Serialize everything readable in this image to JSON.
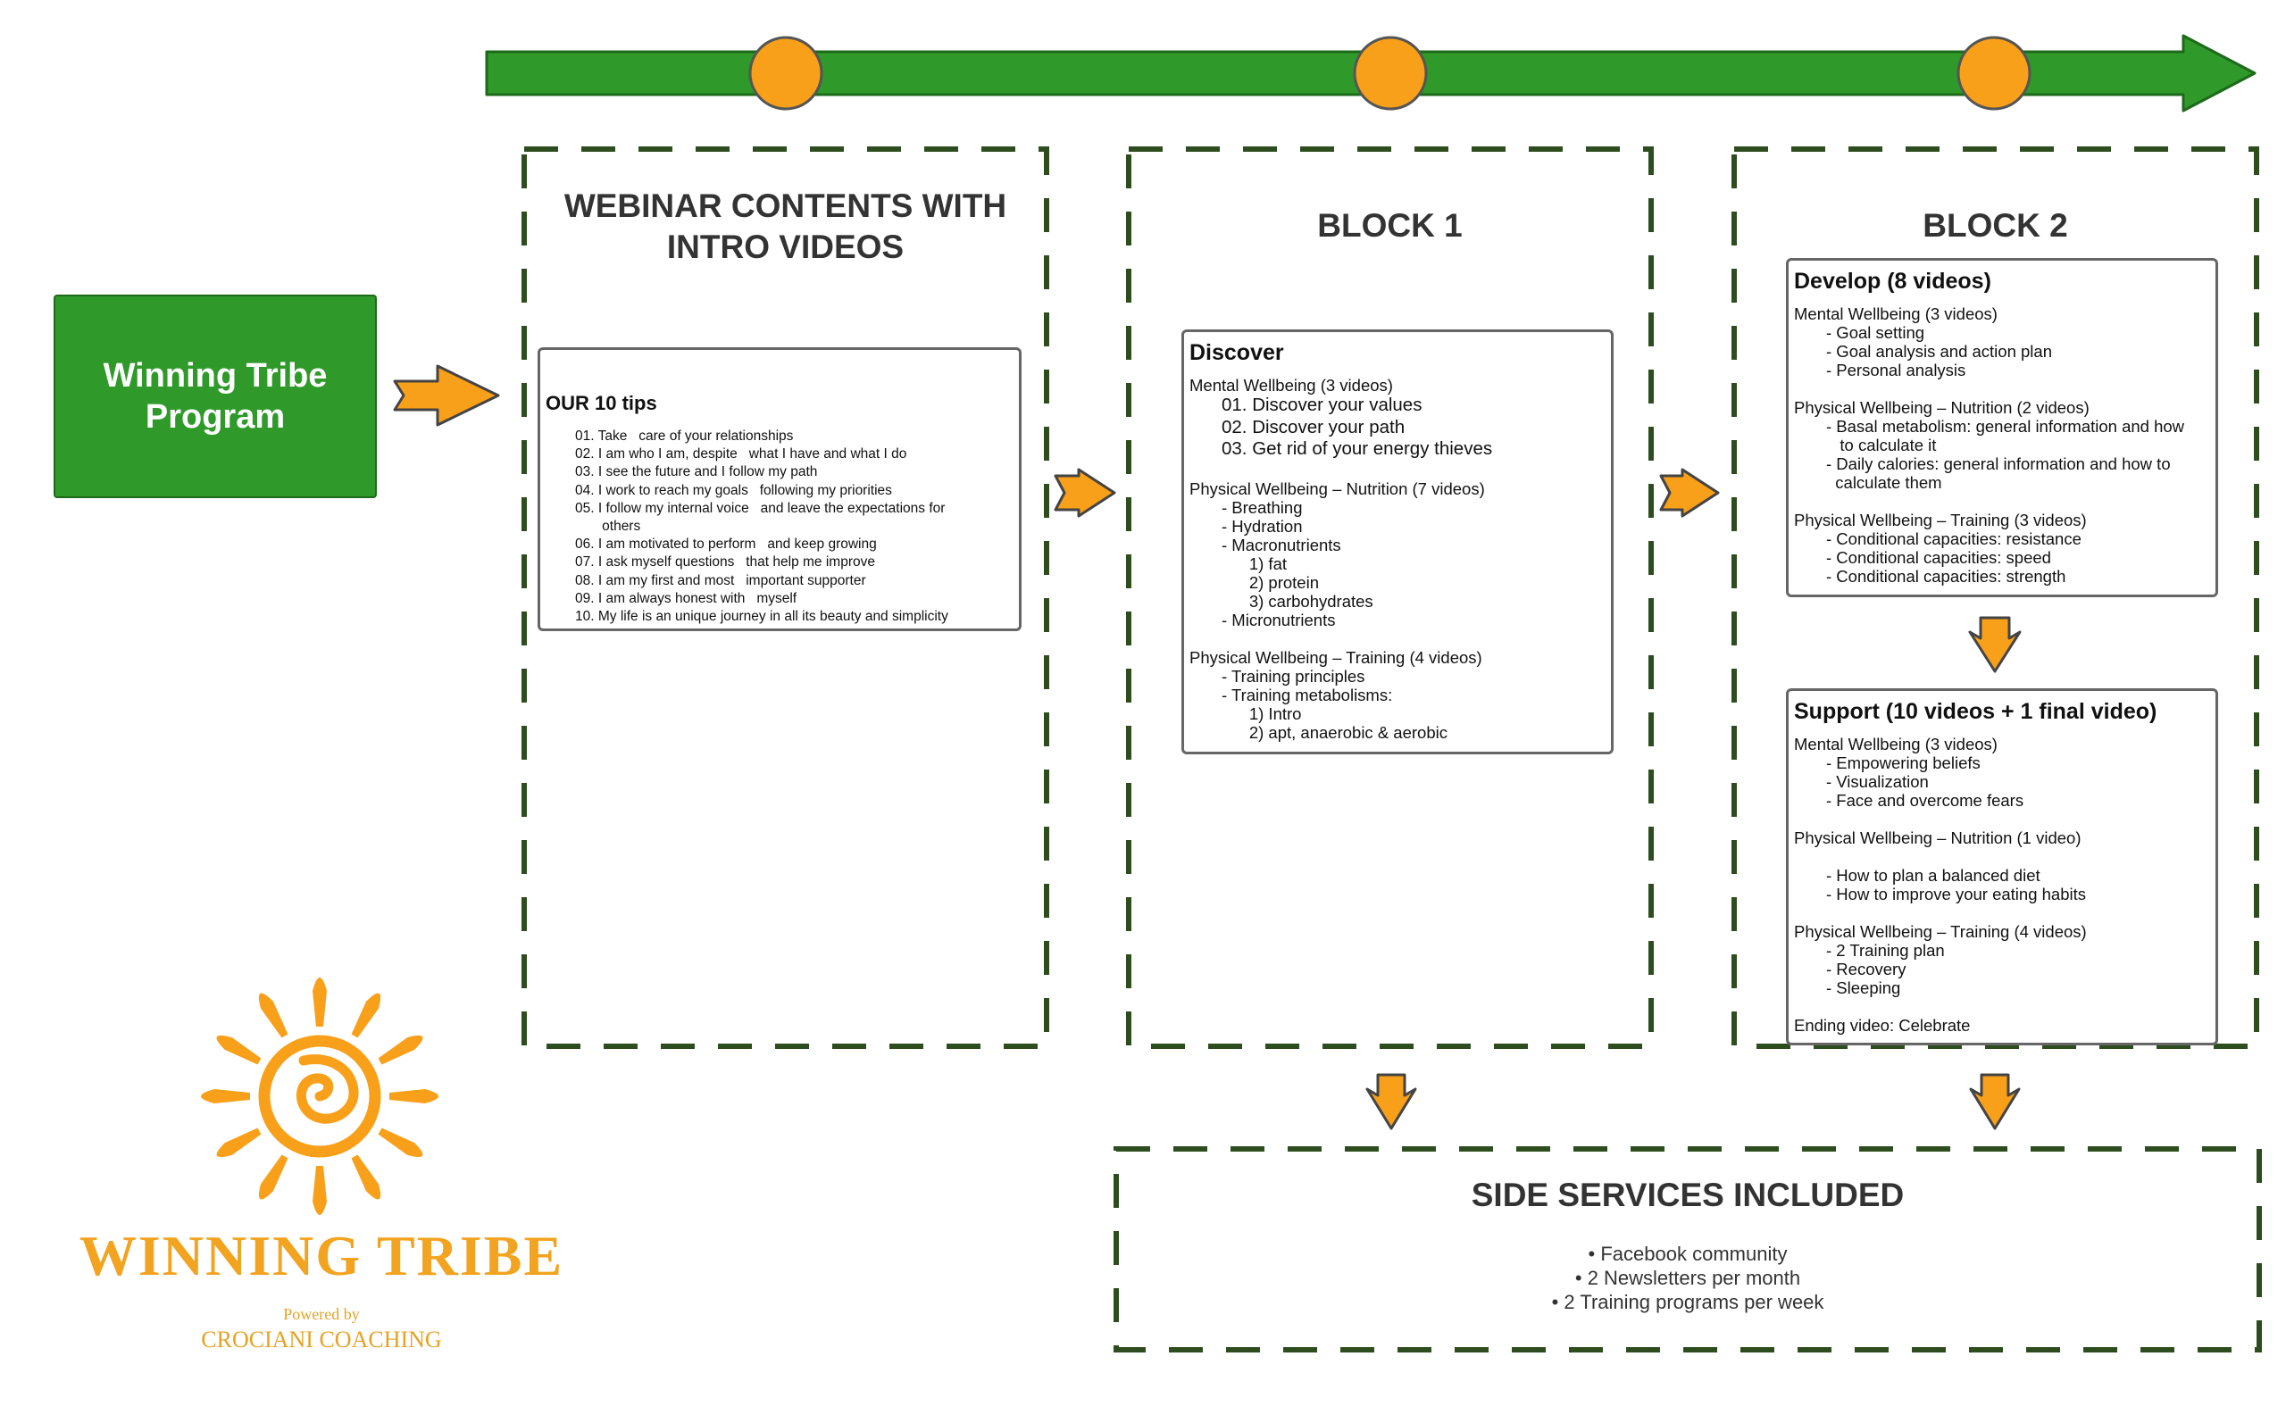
{
  "program": {
    "line1": "Winning Tribe",
    "line2": "Program"
  },
  "webinar": {
    "title_line1": "WEBINAR CONTENTS WITH",
    "title_line2": "INTRO VIDEOS",
    "card_title": "OUR 10 tips",
    "tips": [
      "01. Take   care of your relationships",
      "02. I am who I am, despite   what I have and what I do",
      "03. I see the future and I follow my path",
      "04. I work to reach my goals   following my priorities",
      "05. I follow my internal voice   and leave the expectations for",
      "       others",
      "06. I am motivated to perform   and keep growing",
      "07. I ask myself questions   that help me improve",
      "08. I am my first and most   important supporter",
      "09. I am always honest with   myself",
      "10. My life is an unique journey in all its beauty and simplicity"
    ]
  },
  "block1": {
    "title": "BLOCK 1",
    "card_title": "Discover",
    "mental_heading": "Mental Wellbeing (3 videos)",
    "mental_items": [
      "01. Discover your values",
      "02. Discover your path",
      "03. Get rid of your energy thieves"
    ],
    "nutrition_heading": "Physical Wellbeing – Nutrition (7 videos)",
    "nutrition_items": [
      "- Breathing",
      "- Hydration",
      "- Macronutrients",
      "      1) fat",
      "      2) protein",
      "      3) carbohydrates",
      "- Micronutrients"
    ],
    "training_heading": "Physical Wellbeing – Training (4 videos)",
    "training_items": [
      "- Training principles",
      "- Training metabolisms:",
      "      1) Intro",
      "      2) apt, anaerobic & aerobic"
    ]
  },
  "block2": {
    "title": "BLOCK 2",
    "develop": {
      "card_title": "Develop (8 videos)",
      "mental_heading": "Mental Wellbeing (3 videos)",
      "mental_items": [
        "- Goal setting",
        "- Goal analysis and action plan",
        "- Personal analysis"
      ],
      "nutrition_heading": "Physical Wellbeing – Nutrition (2 videos)",
      "nutrition_items": [
        "- Basal metabolism: general information and how",
        "   to calculate it",
        "- Daily calories: general information and how to",
        "  calculate them"
      ],
      "training_heading": "Physical Wellbeing – Training (3 videos)",
      "training_items": [
        "- Conditional capacities: resistance",
        "- Conditional capacities: speed",
        "- Conditional capacities: strength"
      ]
    },
    "support": {
      "card_title": "Support (10 videos + 1 final video)",
      "mental_heading": "Mental Wellbeing (3 videos)",
      "mental_items": [
        "- Empowering beliefs",
        "- Visualization",
        "- Face and overcome fears"
      ],
      "nutrition_heading": "Physical Wellbeing – Nutrition (1 video)",
      "nutrition_items": [
        "- How to plan a balanced diet",
        "- How to improve your eating habits"
      ],
      "training_heading": "Physical Wellbeing – Training (4 videos)",
      "training_items": [
        "- 2 Training plan",
        "- Recovery",
        "- Sleeping"
      ],
      "ending": "Ending video: Celebrate"
    }
  },
  "side_services": {
    "title": "SIDE SERVICES INCLUDED",
    "items": [
      "•  Facebook community",
      "• 2 Newsletters per month",
      "• 2 Training programs per  week"
    ]
  },
  "brand": {
    "name": "WINNING TRIBE",
    "powered": "Powered by",
    "company": "CROCIANI COACHING"
  },
  "colors": {
    "timeline_green": "#2f9a2a",
    "milestone_orange": "#f8a01a",
    "dashed_border": "#2d4d1e",
    "program_green": "#2f9a2a",
    "arrow_orange": "#f8a01a",
    "brand_gold": "#f2a31f"
  },
  "icons": {
    "brand_logo": "sun-spiral-icon",
    "milestone": "circle-icon",
    "connector": "arrow-icon"
  }
}
